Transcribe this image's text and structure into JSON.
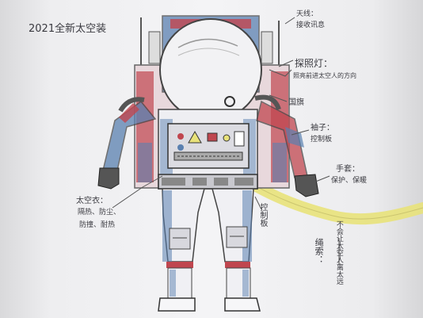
{
  "title": "2021全新太空装",
  "labels": {
    "antenna_line1": "天线：",
    "antenna_line2": "接收讯息",
    "lamp_title": "探照灯：",
    "lamp_desc": "照亮前进太空人的方向",
    "flag": "国旗",
    "sleeve_title": "袖子：",
    "sleeve_desc": "控制板",
    "glove_title": "手套：",
    "glove_desc": "保护、保暖",
    "suit_title": "太空衣：",
    "suit_desc1": "隔热、防尘、",
    "suit_desc2": "防撞、耐热",
    "panel": "控制板",
    "rope_title": "绳索：",
    "rope_desc": "不会让太空人离太远"
  },
  "colors": {
    "pencil": "#3a3a40",
    "red": "#c0464f",
    "blue": "#5a80b0",
    "yellow": "#e8e27a",
    "gray": "#8a8c90"
  }
}
